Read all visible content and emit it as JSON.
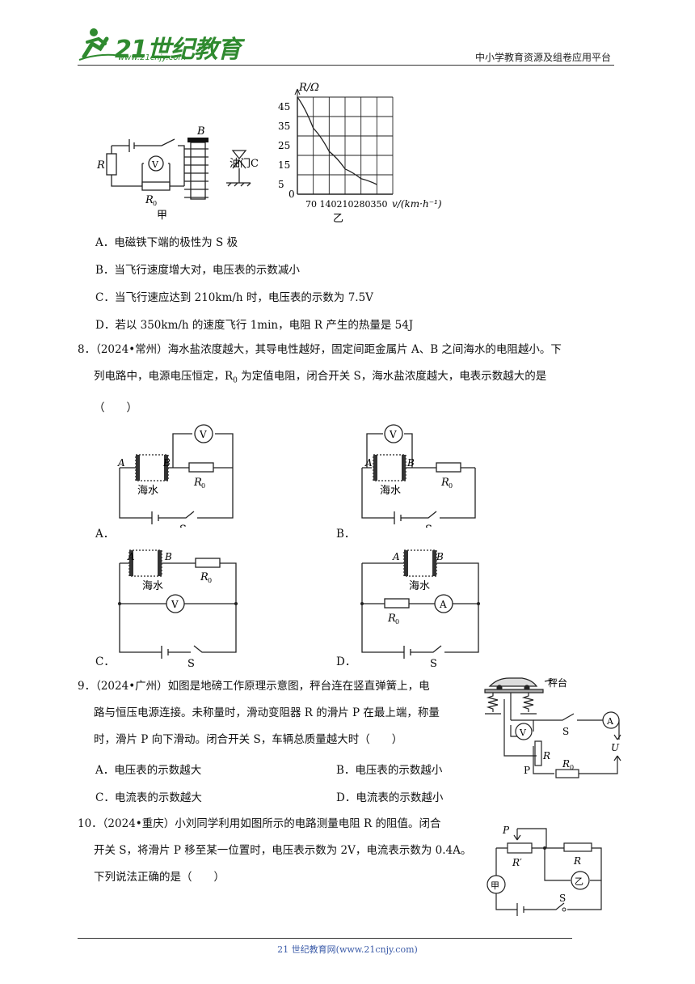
{
  "header": {
    "logo_text": "21世纪教育",
    "logo_url": "www.21cnjy.com",
    "platform": "中小学教育资源及组卷应用平台"
  },
  "fig7": {
    "labels": {
      "R": "R",
      "R0": "R",
      "R0_sub": "0",
      "B": "B",
      "V": "V",
      "throttle": "油门C",
      "jia": "甲",
      "yi": "乙",
      "ylabel": "R/Ω",
      "xlabel": "v/(km·h⁻¹)",
      "origin": "0"
    },
    "chart_data": {
      "type": "line",
      "x": [
        0,
        70,
        140,
        210,
        280,
        350
      ],
      "series": [
        {
          "values": [
            50,
            34,
            22,
            13,
            8,
            5
          ]
        }
      ],
      "yticks": [
        "45",
        "35",
        "25",
        "15",
        "5"
      ],
      "xtick_label": "70 140210280350",
      "xlim": [
        0,
        420
      ],
      "ylim": [
        0,
        50
      ],
      "grid": true
    }
  },
  "q7_options": [
    "A．电磁铁下端的极性为 S 极",
    "B．当飞行速度增大对，电压表的示数减小",
    "C．当飞行速应达到 210km/h 时，电压表的示数为 7.5V",
    "D．若以 350km/h 的速度飞行 1min，电阻 R 产生的热量是 54J"
  ],
  "q8": {
    "line1": "8．（2024•常州）海水盐浓度越大，其导电性越好，固定间距金属片 A、B 之间海水的电阻越小。下",
    "line2": "列电路中，电源电压恒定，R",
    "line2_sub": "0",
    "line2_rest": " 为定值电阻，闭合开关 S，海水盐浓度越大，电表示数越大的是",
    "line3": "（　　）",
    "options": [
      "A．",
      "B．",
      "C．",
      "D．"
    ],
    "circuit_labels": {
      "A": "A",
      "B": "B",
      "sea": "海水",
      "R0": "R",
      "R0_sub": "0",
      "S": "S",
      "V": "V",
      "Am": "A"
    }
  },
  "q9": {
    "line1": "9．（2024•广州）如图是地磅工作原理示意图，秤台连在竖直弹簧上，电",
    "line2": "路与恒压电源连接。未称量时，滑动变阻器 R 的滑片 P 在最上端，称量",
    "line3": "时，滑片 P 向下滑动。闭合开关 S，车辆总质量越大时（　　）",
    "options": [
      "A．电压表的示数越大",
      "B．电压表的示数越小",
      "C．电流表的示数越大",
      "D．电流表的示数越小"
    ],
    "fig": {
      "platform": "秤台",
      "V": "V",
      "A": "A",
      "S": "S",
      "P": "P",
      "R": "R",
      "R0": "R",
      "R0_sub": "0",
      "U": "U"
    }
  },
  "q10": {
    "line1": "10．（2024•重庆）小刘同学利用如图所示的电路测量电阻 R 的阻值。闭合",
    "line2": "开关 S，将滑片 P 移至某一位置时，电压表示数为 2V，电流表示数为 0.4A。",
    "line3": "下列说法正确的是（　　）",
    "fig": {
      "P": "P",
      "Rp": "R′",
      "R": "R",
      "jia": "甲",
      "yi": "乙",
      "S": "S"
    }
  },
  "footer": "21 世纪教育网(www.21cnjy.com)"
}
